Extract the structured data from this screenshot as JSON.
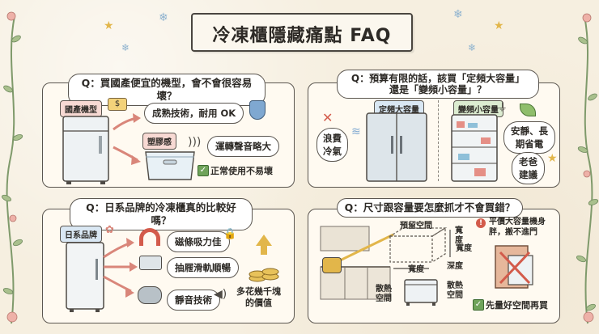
{
  "title": "冷凍櫃隱藏痛點 FAQ",
  "q1": {
    "question": "Q：買國產便宜的機型，會不會很容易壞？",
    "tag_domestic": "國產機型",
    "tag_plastic": "塑膠感",
    "tech_note": "成熟技術，耐用 OK",
    "noise_note": "運轉聲音略大",
    "normal_use": "正常使用不易壞"
  },
  "q2": {
    "question_line1": "Q：預算有限的話，該買「定頻大容量」",
    "question_line2": "還是「變頻小容量」？",
    "fixed_label": "定頻大容量",
    "inverter_label": "變頻小容量",
    "waste_line1": "浪費",
    "waste_line2": "冷氣",
    "quiet_line1": "安靜、長",
    "quiet_line2": "期省電",
    "advice_line1": "老爸",
    "advice_line2": "建議"
  },
  "q3": {
    "question": "Q：日系品牌的冷凍櫃真的比較好嗎？",
    "tag_japan": "日系品牌",
    "feat_magnet": "磁條吸力佳",
    "feat_drawer": "抽屜滑軌順暢",
    "feat_silent": "靜音技術",
    "price_line1": "多花幾千塊",
    "price_line2": "的價值"
  },
  "q4": {
    "question": "Q：尺寸跟容量要怎麼抓才不會買錯？",
    "reserve_line1": "預留空間",
    "width": "寬度",
    "width2": "寬度",
    "height_line1": "寬",
    "height_line2": "度",
    "depth": "深度",
    "vent_left_line1": "散熱",
    "vent_left_line2": "空間",
    "vent_right_line1": "散熱",
    "vent_right_line2": "空間",
    "warn_line1": "平價大容量機身",
    "warn_line2": "胖，搬不進門",
    "measure_first": "先量好空間再買"
  }
}
